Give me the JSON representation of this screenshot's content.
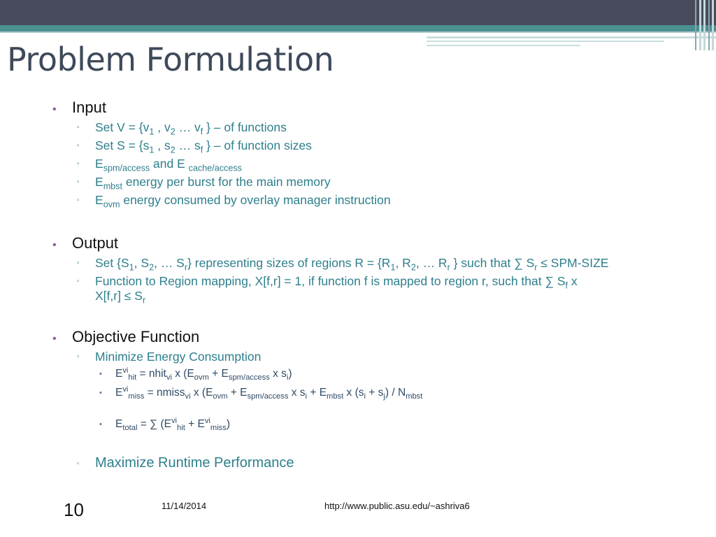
{
  "title": "Problem Formulation",
  "input": {
    "heading": "Input",
    "item1": {
      "a": "Set V = {v",
      "a_sub": "1",
      "b": " , v",
      "b_sub": "2",
      "c": " … v",
      "c_sub": "f",
      "d": " } – of functions"
    },
    "item2": {
      "a": "Set S = {s",
      "a_sub": "1",
      "b": " , s",
      "b_sub": "2",
      "c": " … s",
      "c_sub": "f",
      "d": " } – of function sizes"
    },
    "item3": {
      "a": "E",
      "a_sub": "spm/access",
      "b": " and E ",
      "b_sub": "cache/access"
    },
    "item4": {
      "a": "E",
      "a_sub": "mbst",
      "b": "  energy per burst for the main memory"
    },
    "item5": {
      "a": "E",
      "a_sub": "ovm",
      "b": "  energy consumed by overlay manager instruction"
    }
  },
  "output": {
    "heading": "Output",
    "item1": {
      "a": "Set {S",
      "a_sub": "1",
      "b": ", S",
      "b_sub": "2",
      "c": ", … S",
      "c_sub": "r",
      "d": "} representing sizes of regions R = {R",
      "d_sub": "1",
      "e": ", R",
      "e_sub": "2",
      "f": ", … R",
      "f_sub": "r",
      "g": " } such that ∑ S",
      "g_sub": "r",
      "h": " ≤ SPM-SIZE"
    },
    "item2": {
      "line1_a": "Function to Region mapping, X[f,r] = 1, if function f is mapped to region r, such that ∑ S",
      "line1_sub": "f",
      "line1_b": "  x",
      "line2_a": "X[f,r] ≤ S",
      "line2_sub": "r"
    }
  },
  "objective": {
    "heading": "Objective Function",
    "minimize": "Minimize Energy Consumption",
    "eq1": {
      "a": "E",
      "a_sup": "vi",
      "a_sub": "hit",
      "b": " = nhit",
      "b_sub": "vi",
      "c": "  x (E",
      "c_sub": "ovm",
      "d": " + E",
      "d_sub": "spm/access",
      "e": " x s",
      "e_sub": "i",
      "f": ")"
    },
    "eq2": {
      "a": "E",
      "a_sup": "vi",
      "a_sub": "miss",
      "b": " = nmiss",
      "b_sub": "vi",
      "c": "  x (E",
      "c_sub": "ovm",
      "d": " + E",
      "d_sub": "spm/access",
      "e": " x s",
      "e_sub": "i",
      "f": "  + E",
      "f_sub": "mbst",
      "g": "  x (s",
      "g_sub": "i",
      "h": " + s",
      "h_sub": "j",
      "i": ") / N",
      "i_sub": "mbst"
    },
    "eq3": {
      "a": "E",
      "a_sub": "total",
      "b": "  = ∑ (E",
      "b_sup": "vi",
      "b_sub": "hit",
      "c": "  + E",
      "c_sup": "vi",
      "c_sub": "miss",
      "d": ")"
    },
    "maximize": "Maximize Runtime Performance"
  },
  "footer": {
    "slide_number": "10",
    "date": "11/14/2014",
    "url": "http://www.public.asu.edu/~ashriva6"
  },
  "colors": {
    "header_bar": "#474b5c",
    "teal": "#4b8f91",
    "title": "#3e4a5a",
    "level2_text": "#2e7f8c",
    "level3_text": "#2f4a66",
    "bullet_purple": "#8a5aa0"
  }
}
